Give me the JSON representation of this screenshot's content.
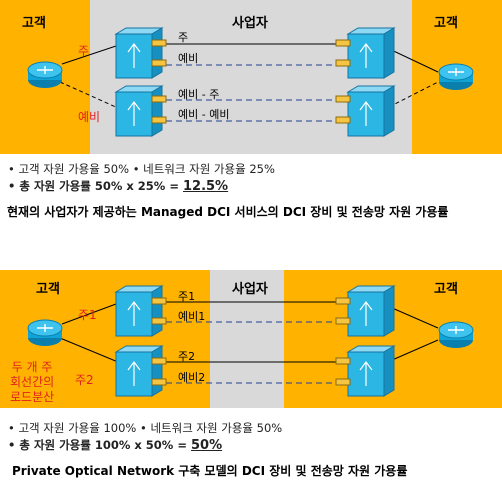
{
  "top": {
    "zone_left": "고객",
    "zone_center": "사업자",
    "zone_right": "고객",
    "label_primary_red": "주",
    "label_backup_red": "예비",
    "link_primary": "주",
    "link_backup": "예비",
    "link_backup_primary": "예비 - 주",
    "link_backup_backup": "예비 - 예비",
    "bullet1": "고객 자원 가용율 50% • 네트워크 자원 가용율 25%",
    "bullet2_prefix": "총 자원 가용률 50% x 25% = ",
    "bullet2_result": "12.5%",
    "caption": "현재의 사업자가 제공하는 Managed DCI 서비스의 DCI 장비 및 전송망 자원 가용률"
  },
  "bottom": {
    "zone_left": "고객",
    "zone_center": "사업자",
    "zone_right": "고객",
    "label_p1_red": "주1",
    "label_p2_red": "주2",
    "load_line1": "두 개 주",
    "load_line2": "회선간의",
    "load_line3": "로드분산",
    "link_p1": "주1",
    "link_b1": "예비1",
    "link_p2": "주2",
    "link_b2": "예비2",
    "bullet1": "고객 자원 가용율 100% • 네트워크 자원 가용율 50%",
    "bullet2_prefix": "총 자원 가용률 100% x 50% = ",
    "bullet2_result": "50%",
    "caption": "Private Optical Network 구축 모델의 DCI 장비 및 전송망 자원 가용률"
  },
  "colors": {
    "orange": "#FFB300",
    "gray": "#D9D9D9",
    "router": "#0FA3D6",
    "switch": "#2BB6E3",
    "red": "#E02020"
  },
  "icons": [
    "router-icon",
    "optical-switch-icon"
  ]
}
